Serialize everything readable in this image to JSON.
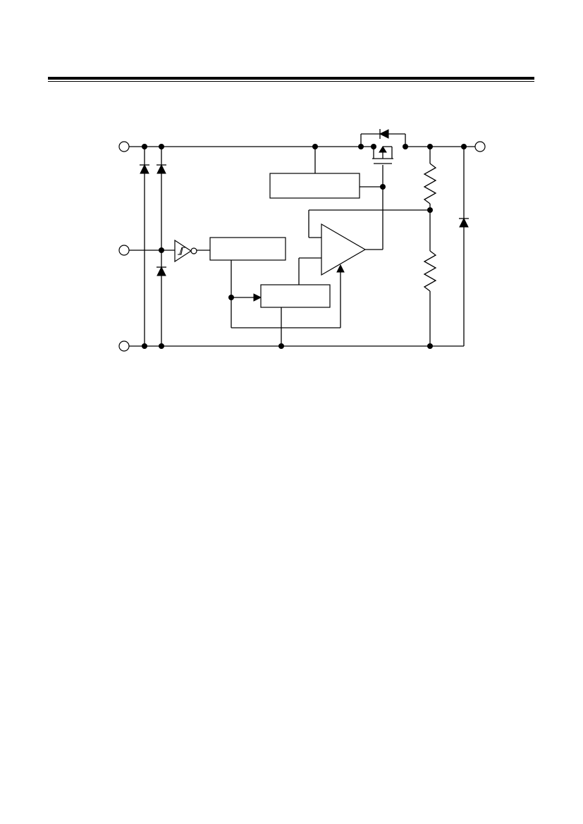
{
  "header": {},
  "diagram": {
    "components": [
      "input-pin",
      "control-pin",
      "ground-pin",
      "output-pin",
      "pmos-pass-transistor",
      "current-limit-block",
      "inverter-schmitt",
      "control-logic-block",
      "reference-block",
      "error-amplifier",
      "divider-resistor-top",
      "divider-resistor-bottom",
      "esd-diodes",
      "body-diode",
      "discharge-diode"
    ]
  }
}
